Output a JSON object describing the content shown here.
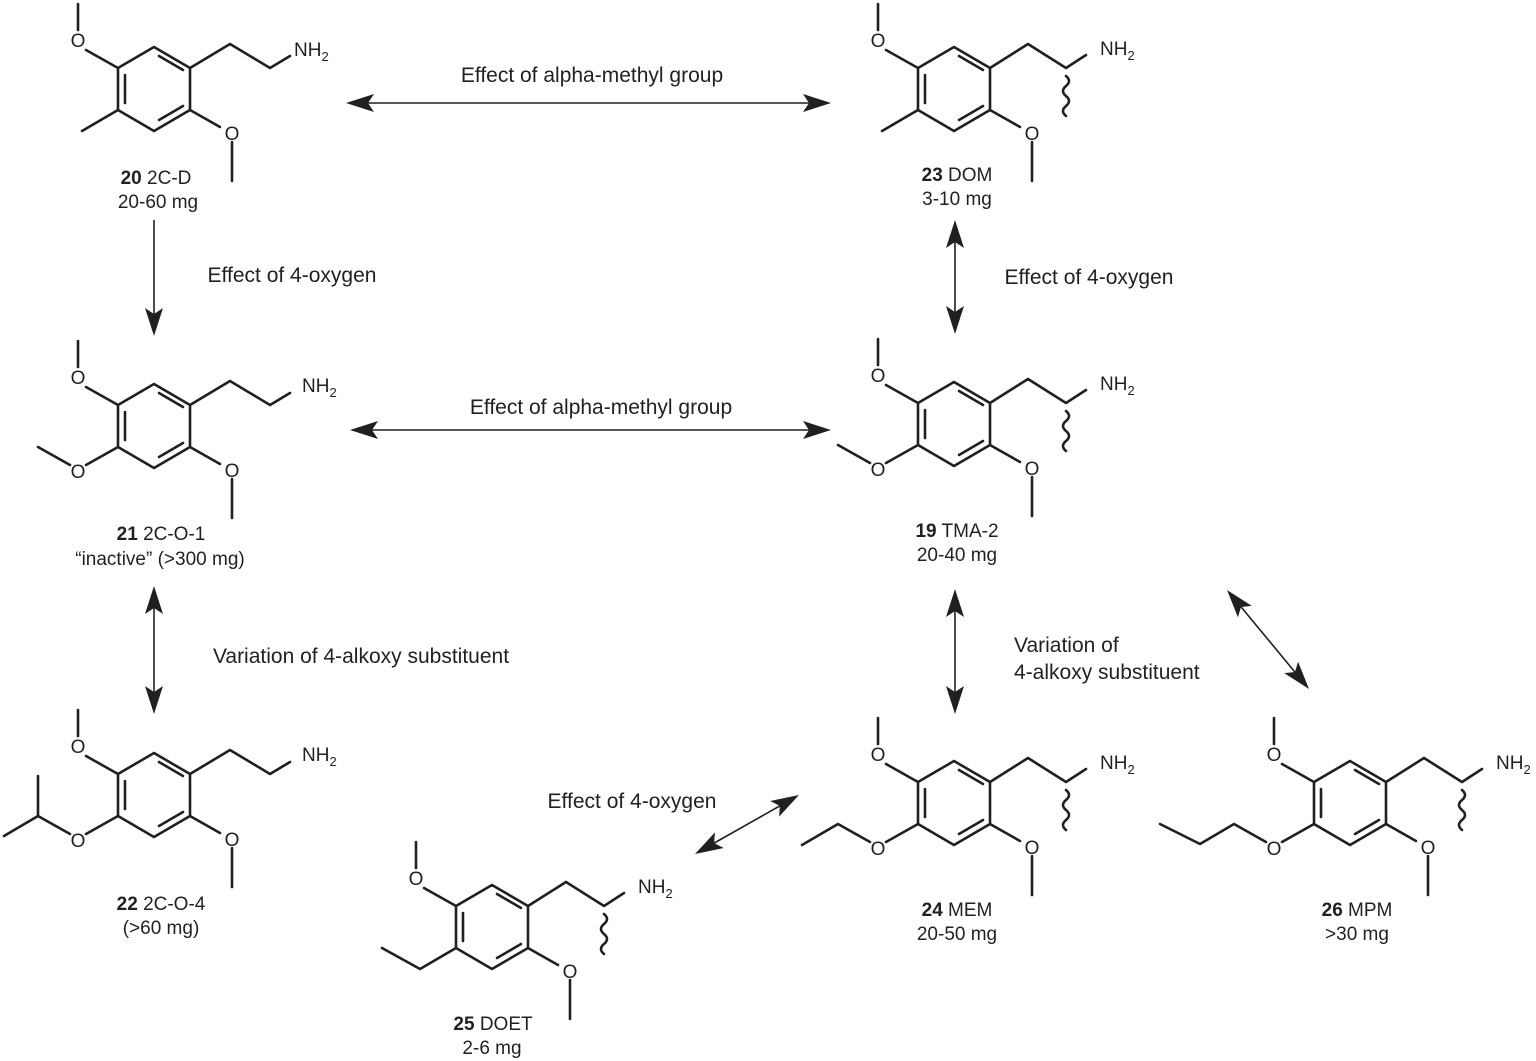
{
  "compounds": [
    {
      "id": "c20",
      "number": "20",
      "name": "2C-D",
      "dose": "20-60 mg",
      "amine": "NH",
      "amine_sub": "2"
    },
    {
      "id": "c23",
      "number": "23",
      "name": "DOM",
      "dose": "3-10 mg",
      "amine": "NH",
      "amine_sub": "2"
    },
    {
      "id": "c21",
      "number": "21",
      "name": "2C-O-1",
      "dose": "“inactive” (>300 mg)",
      "amine": "NH",
      "amine_sub": "2"
    },
    {
      "id": "c19",
      "number": "19",
      "name": "TMA-2",
      "dose": "20-40 mg",
      "amine": "NH",
      "amine_sub": "2"
    },
    {
      "id": "c22",
      "number": "22",
      "name": "2C-O-4",
      "dose": "(>60 mg)",
      "amine": "NH",
      "amine_sub": "2"
    },
    {
      "id": "c25",
      "number": "25",
      "name": "DOET",
      "dose": "2-6 mg",
      "amine": "NH",
      "amine_sub": "2"
    },
    {
      "id": "c24",
      "number": "24",
      "name": "MEM",
      "dose": "20-50 mg",
      "amine": "NH",
      "amine_sub": "2"
    },
    {
      "id": "c26",
      "number": "26",
      "name": "MPM",
      "dose": ">30 mg",
      "amine": "NH",
      "amine_sub": "2"
    }
  ],
  "arrows": [
    {
      "id": "a1",
      "lines": [
        "Effect of alpha-methyl group"
      ]
    },
    {
      "id": "a2",
      "lines": [
        "Effect of 4-oxygen"
      ]
    },
    {
      "id": "a3",
      "lines": [
        "Effect of 4-oxygen"
      ]
    },
    {
      "id": "a4",
      "lines": [
        "Effect of alpha-methyl group"
      ]
    },
    {
      "id": "a5",
      "lines": [
        "Variation of 4-alkoxy substituent"
      ]
    },
    {
      "id": "a6",
      "lines": [
        "Variation of",
        "4-alkoxy substituent"
      ]
    },
    {
      "id": "a7",
      "lines": [
        "Effect of 4-oxygen"
      ]
    }
  ]
}
